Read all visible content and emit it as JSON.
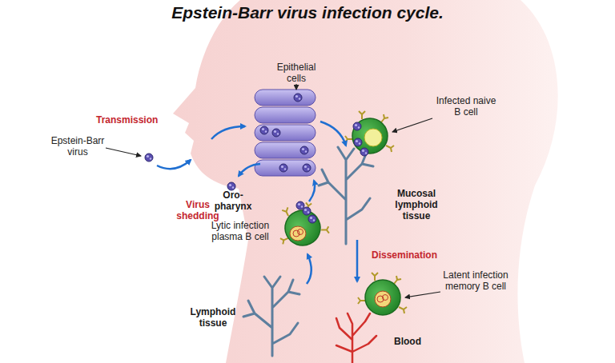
{
  "diagram": {
    "title": "Epstein-Barr virus infection cycle.",
    "labels": [
      "Transmission",
      "Epstein-Barr virus",
      "Epithelial cells",
      "Oro-pharynx",
      "Infected naive B cell",
      "Virus shedding",
      "Mucosal lymphoid tissue",
      "Lytic infection plasma B cell",
      "Dissemination",
      "Latent infection memory B cell",
      "Lymphoid tissue",
      "Blood"
    ]
  }
}
